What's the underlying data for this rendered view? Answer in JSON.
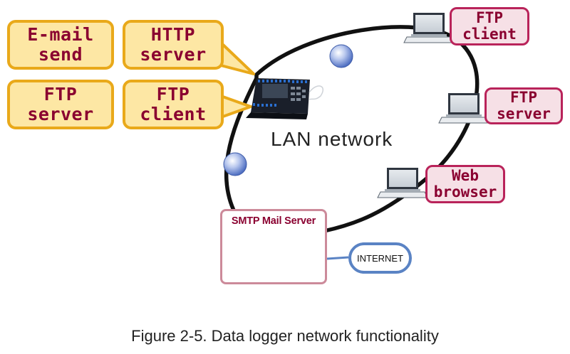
{
  "left_labels": {
    "email_send": [
      "E-mail",
      "send"
    ],
    "http_server": [
      "HTTP",
      "server"
    ],
    "ftp_server": [
      "FTP",
      "server"
    ],
    "ftp_client": [
      "FTP",
      "client"
    ]
  },
  "right_labels": {
    "ftp_client": [
      "FTP",
      "client"
    ],
    "ftp_server": [
      "FTP",
      "server"
    ],
    "web_browser": [
      "Web",
      "browser"
    ]
  },
  "lan_label": "LAN network",
  "smtp_title": "SMTP Mail Server",
  "internet_label": "INTERNET",
  "caption": "Figure 2-5. Data logger network functionality",
  "colors": {
    "label_fill": "#fde7a4",
    "label_border": "#e9a91a",
    "label_text": "#8a0030",
    "pink_fill": "#f6e0e6",
    "pink_border": "#b9235a",
    "ring": "#111111",
    "internet_border": "#5a83c4"
  }
}
